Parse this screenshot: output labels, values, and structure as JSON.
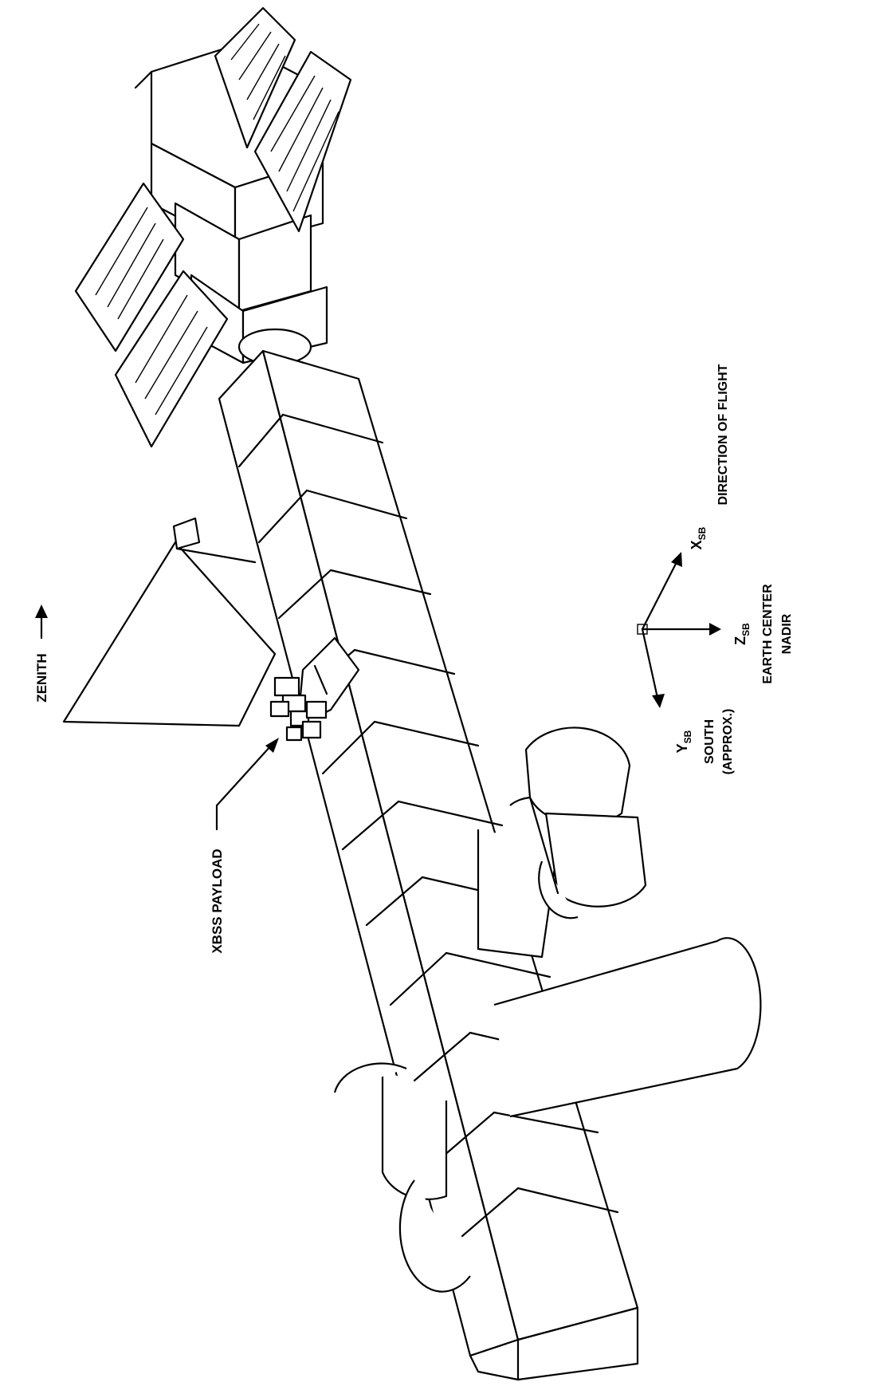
{
  "labels": {
    "zenith": "ZENITH",
    "payload": "XBSS PAYLOAD",
    "y_axis": "Y",
    "y_sub": "SB",
    "south": "SOUTH",
    "approx": "(APPROX.)",
    "z_axis": "Z",
    "z_sub": "SB",
    "earth_center": "EARTH CENTER",
    "nadir": "NADIR",
    "x_axis": "X",
    "x_sub": "SB",
    "direction": "DIRECTION OF FLIGHT"
  },
  "colors": {
    "ink": "#000000",
    "paper": "#ffffff"
  }
}
